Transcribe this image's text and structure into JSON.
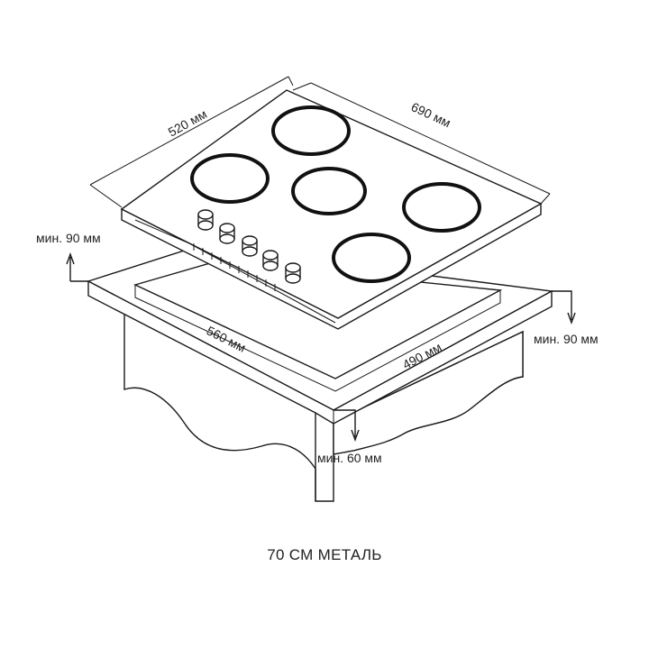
{
  "diagram": {
    "hob_width": "520 мм",
    "hob_depth": "690 мм",
    "cutout_width": "560 мм",
    "cutout_depth": "490 мм",
    "min_left": "мин. 90 мм",
    "min_right": "мин. 90 мм",
    "min_front": "мин. 60 мм",
    "caption": "70 СМ МЕТАЛЬ"
  }
}
